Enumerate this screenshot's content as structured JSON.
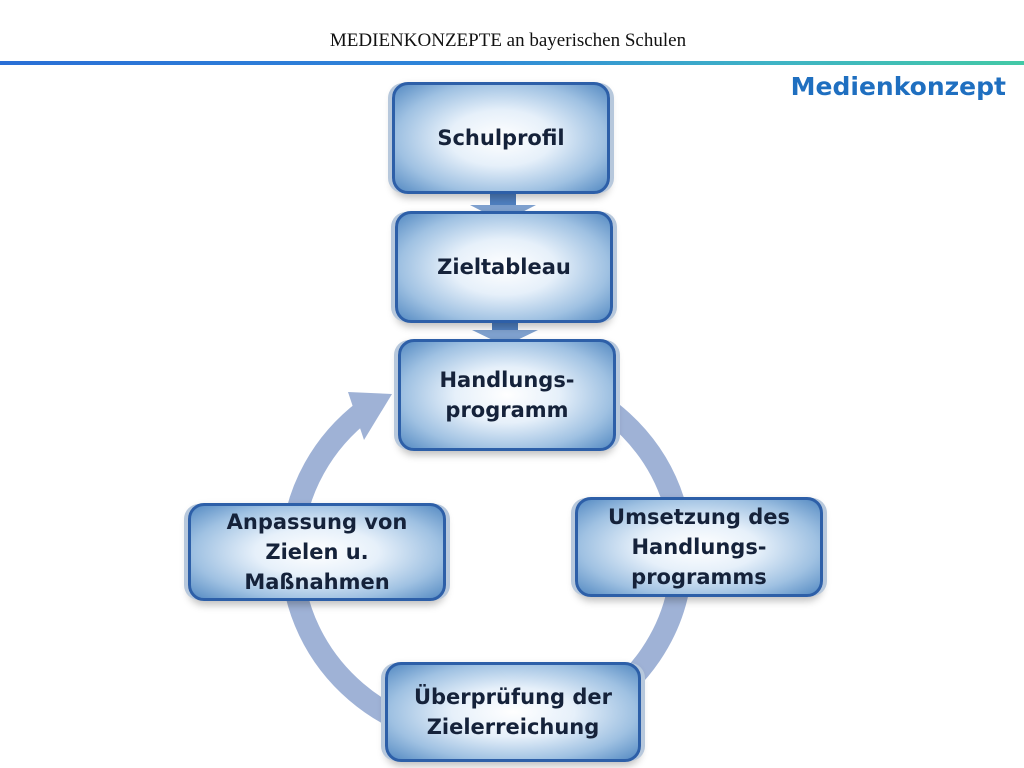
{
  "header": {
    "title": "MEDIENKONZEPTE an bayerischen Schulen"
  },
  "section_title": "Medienkonzept",
  "colors": {
    "accent": "#1f6fc0",
    "box_border": "#2d5fa8",
    "arrow": "#9fb2d6"
  },
  "nodes": {
    "schulprofil": "Schulprofil",
    "zieltableau": "Zieltableau",
    "handlungsprogramm": "Handlungs-\nprogramm",
    "umsetzung": "Umsetzung des\nHandlungs-\nprogramms",
    "ueberpruefung": "Überprüfung der\nZielerreichung",
    "anpassung": "Anpassung von\nZielen u.\nMaßnahmen"
  }
}
